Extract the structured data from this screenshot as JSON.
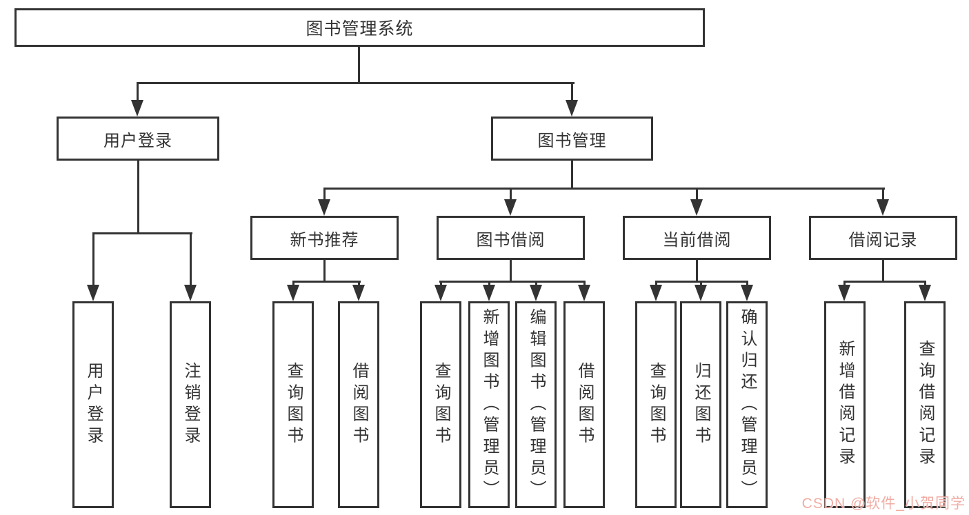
{
  "colors": {
    "line": "#333333",
    "text": "#333333",
    "box_bg": "#ffffff",
    "watermark": "#efa59c"
  },
  "root": {
    "label": "图书管理系统"
  },
  "level2": [
    {
      "label": "用户登录"
    },
    {
      "label": "图书管理"
    }
  ],
  "level3": [
    {
      "label": "新书推荐",
      "parent": "图书管理"
    },
    {
      "label": "图书借阅",
      "parent": "图书管理"
    },
    {
      "label": "当前借阅",
      "parent": "图书管理"
    },
    {
      "label": "借阅记录",
      "parent": "图书管理"
    }
  ],
  "leaves": [
    {
      "label": "用户登录",
      "parent": "用户登录"
    },
    {
      "label": "注销登录",
      "parent": "用户登录"
    },
    {
      "label": "查询图书",
      "parent": "新书推荐"
    },
    {
      "label": "借阅图书",
      "parent": "新书推荐"
    },
    {
      "label": "查询图书",
      "parent": "图书借阅"
    },
    {
      "label": "新增图书（管理员）",
      "parent": "图书借阅"
    },
    {
      "label": "编辑图书（管理员）",
      "parent": "图书借阅"
    },
    {
      "label": "借阅图书",
      "parent": "图书借阅"
    },
    {
      "label": "查询图书",
      "parent": "当前借阅"
    },
    {
      "label": "归还图书",
      "parent": "当前借阅"
    },
    {
      "label": "确认归还（管理员）",
      "parent": "当前借阅"
    },
    {
      "label": "新增借阅记录",
      "parent": "借阅记录"
    },
    {
      "label": "查询借阅记录",
      "parent": "借阅记录"
    }
  ],
  "watermark": {
    "text": "CSDN @软件_小贺同学"
  }
}
